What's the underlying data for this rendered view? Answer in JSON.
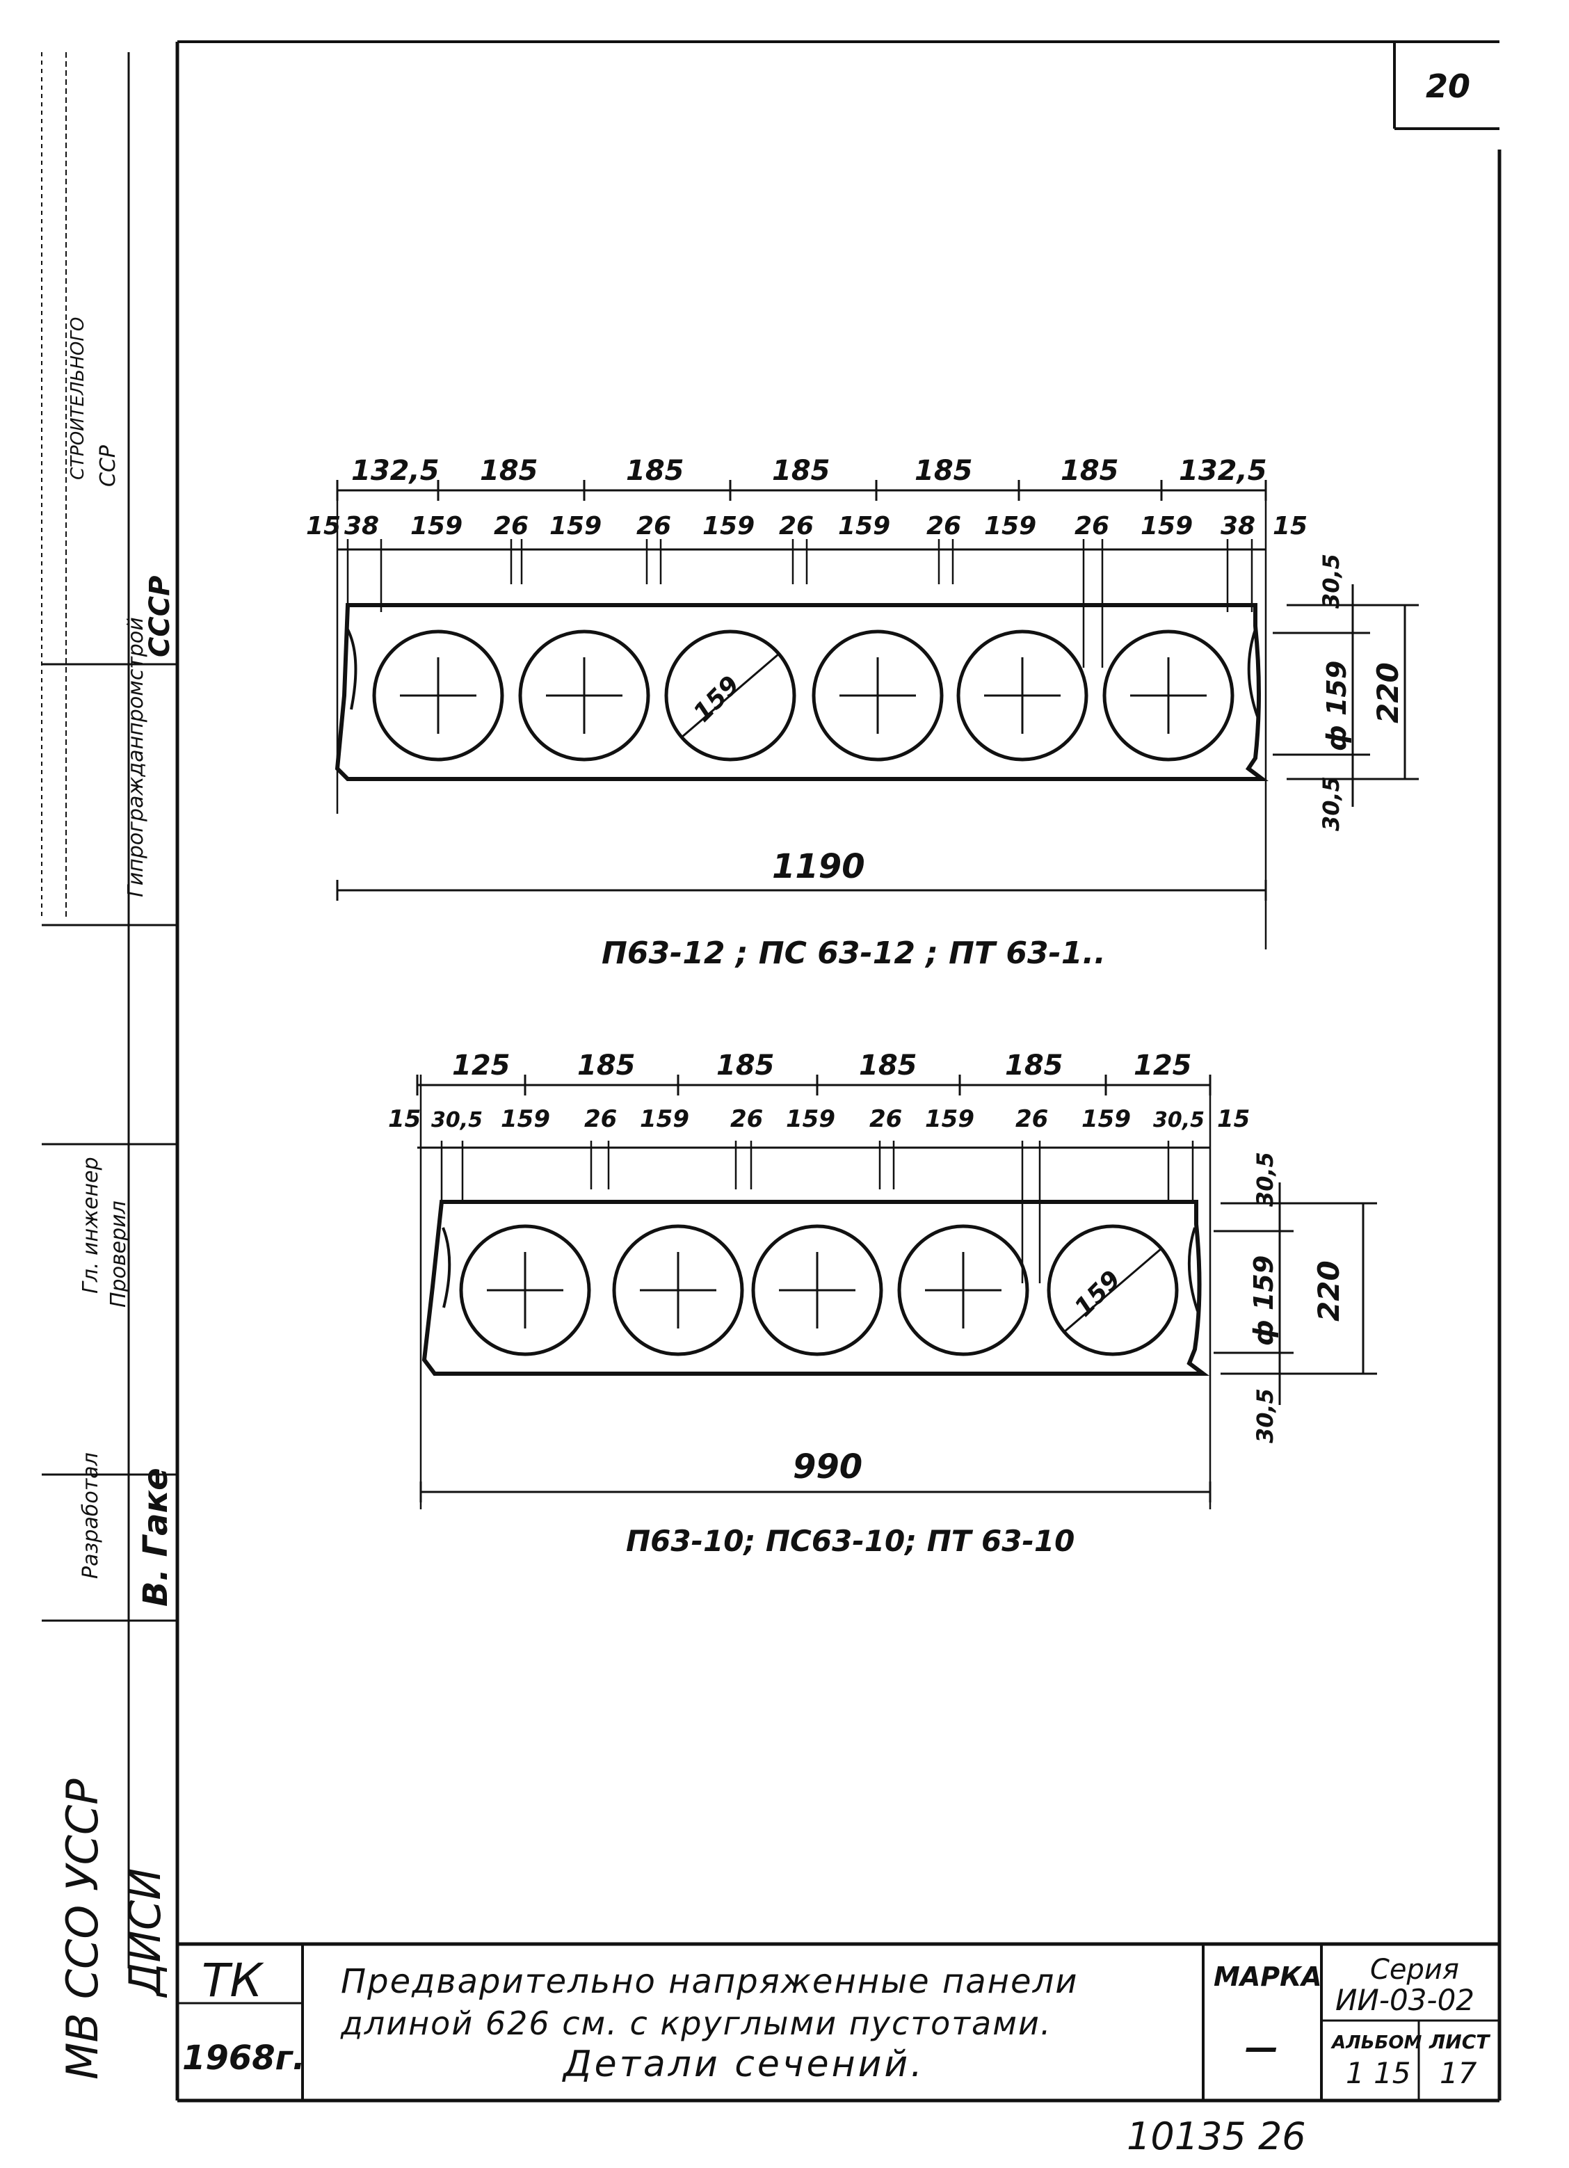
{
  "sheet": {
    "corner_number": "20",
    "bottom_note": "10135 26"
  },
  "left_stamp": {
    "cells": [
      "ССР",
      "СТРОИТЕЛЬНОГО",
      "Гипрогражданпромстрой",
      "СССР",
      "Гл. инженер",
      "Проверил",
      "Разработал",
      "В. Гаке"
    ],
    "lower_text_1": "МВ ССО УССР",
    "lower_text_2": "ДИСИ"
  },
  "section_top": {
    "top_dims": [
      "132,5",
      "185",
      "185",
      "185",
      "185",
      "185",
      "132,5"
    ],
    "sub_dims": [
      "15",
      "38",
      "159",
      "26",
      "159",
      "26",
      "159",
      "26",
      "159",
      "26",
      "159",
      "26",
      "159",
      "38",
      "15"
    ],
    "right_dims": [
      "30,5",
      "ф 159",
      "220",
      "30,5"
    ],
    "diameter_label": "159",
    "width_dim": "1190",
    "caption": "П63-12 ; ПС 63-12 ; ПТ 63-1.."
  },
  "section_bottom": {
    "top_dims": [
      "125",
      "185",
      "185",
      "185",
      "185",
      "125"
    ],
    "sub_dims": [
      "15",
      "30,5",
      "159",
      "26",
      "159",
      "26",
      "159",
      "26",
      "159",
      "26",
      "159",
      "30,5",
      "15"
    ],
    "right_dims": [
      "30,5",
      "ф 159",
      "220",
      "30,5"
    ],
    "diameter_label": "159",
    "width_dim": "990",
    "caption": "П63-10; ПС63-10; ПТ 63-10"
  },
  "title_block": {
    "org": "ТК",
    "year": "1968г.",
    "title_line1": "Предварительно напряженные панели",
    "title_line2": "длиной 626 см. с круглыми пустотами.",
    "title_line3": "Детали сечений.",
    "marka_label": "МАРКА",
    "marka_value": "—",
    "series_label": "Серия",
    "series_value": "ИИ-03-02",
    "album_label": "АЛЬБОМ",
    "album_value": "1 15",
    "sheet_label": "ЛИСТ",
    "sheet_value": "17"
  }
}
